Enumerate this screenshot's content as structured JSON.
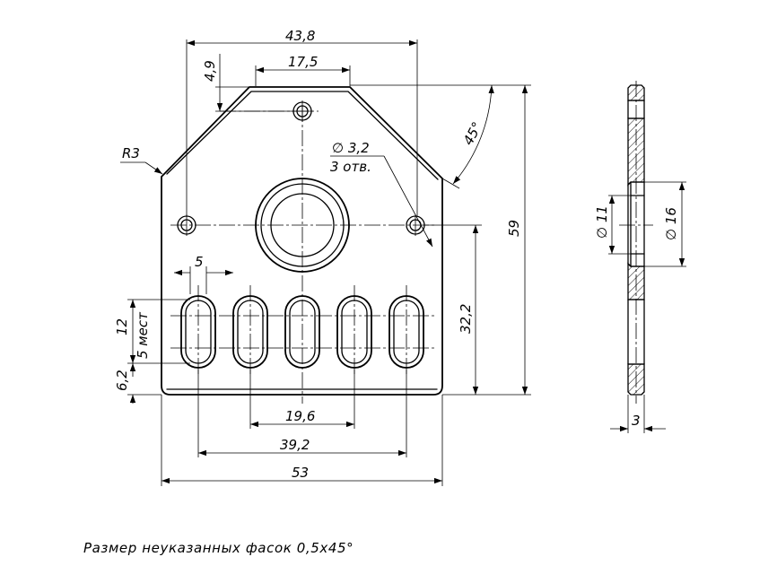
{
  "dimensions": {
    "width_overall": "43,8",
    "top_flat": "17,5",
    "chamfer_height": "4,9",
    "chamfer_angle": "45°",
    "corner_radius": "R3",
    "hole_dia": "∅ 3,2",
    "hole_count": "3 отв.",
    "height_total": "59",
    "hole_center_height": "32,2",
    "slot_width": "5",
    "slot_length": "12",
    "slot_count": "5 мест",
    "slot_bottom_offset": "6,2",
    "slot_pitch_double": "19,6",
    "slot_span": "39,2",
    "base_width": "53",
    "boss_inner_dia": "∅ 11",
    "boss_outer_dia": "∅ 16",
    "thickness": "3"
  },
  "note": "Размер неуказанных фасок 0,5x45°"
}
